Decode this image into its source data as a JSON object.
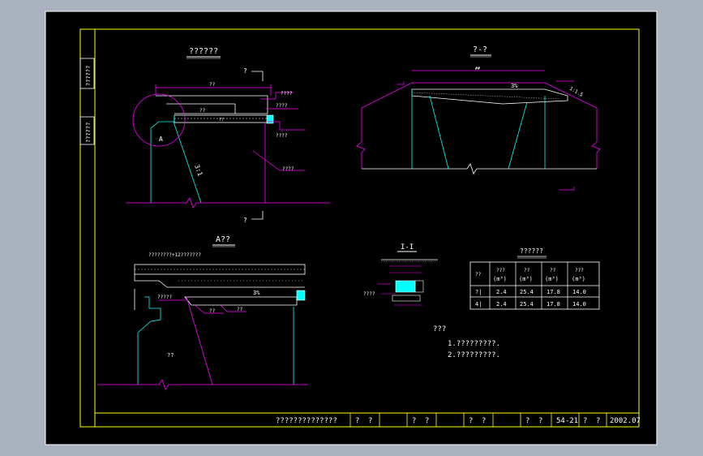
{
  "colors": {
    "frame": "#ffffff",
    "border": "#ffff00",
    "pink": "#ff00ff",
    "cyan": "#00ffff",
    "white": "#ffffff",
    "bg": "#000000",
    "viewport": "#a9b2be"
  },
  "side_labels": {
    "top": "??????",
    "bottom": "??????"
  },
  "views": {
    "left_title": "??????",
    "section_title": "?-?",
    "detail_title": "A??",
    "cut_title": "I-I",
    "table_title": "??????"
  },
  "left_view": {
    "mark_top": "?",
    "mark_bottom": "?",
    "circle_label": "A",
    "slope_label": "3:1",
    "callout_1": "??",
    "callout_2": "????",
    "callout_3": "????",
    "callout_4": "????",
    "callout_5": "????",
    "dim_top": "??",
    "dim_x": "??"
  },
  "section_view": {
    "slope_pct": "3%",
    "slope_ratio": "1:1.5",
    "dim_top": "##"
  },
  "detail_view": {
    "top_note": "????????+12???????",
    "slope_pct": "3%",
    "callout_a": "?????",
    "callout_b": "??",
    "callout_c": "??",
    "body_label": "??"
  },
  "cut_view": {
    "callout": "????"
  },
  "table": {
    "headers": [
      {
        "l1": "??",
        "l2": ""
      },
      {
        "l1": "???",
        "l2": "(m³)"
      },
      {
        "l1": "??",
        "l2": "(m³)"
      },
      {
        "l1": "??",
        "l2": "(m³)"
      },
      {
        "l1": "???",
        "l2": "(m³)"
      }
    ],
    "rows": [
      [
        "?|",
        "2.4",
        "25.4",
        "17.8",
        "14.0"
      ],
      [
        "4|",
        "2.4",
        "25.4",
        "17.8",
        "14.0"
      ]
    ]
  },
  "notes": {
    "heading": "???",
    "items": [
      "1.?????????.",
      "2.?????????."
    ]
  },
  "title_block": {
    "project": "??????????????",
    "c1": "?",
    "c2": "?",
    "c3": "?",
    "c4": "?",
    "c5": "?",
    "c6": "?",
    "c7": "?",
    "c8": "?",
    "drawing_no": "54-21",
    "c9": "?",
    "c10": "?",
    "date": "2002.07"
  }
}
